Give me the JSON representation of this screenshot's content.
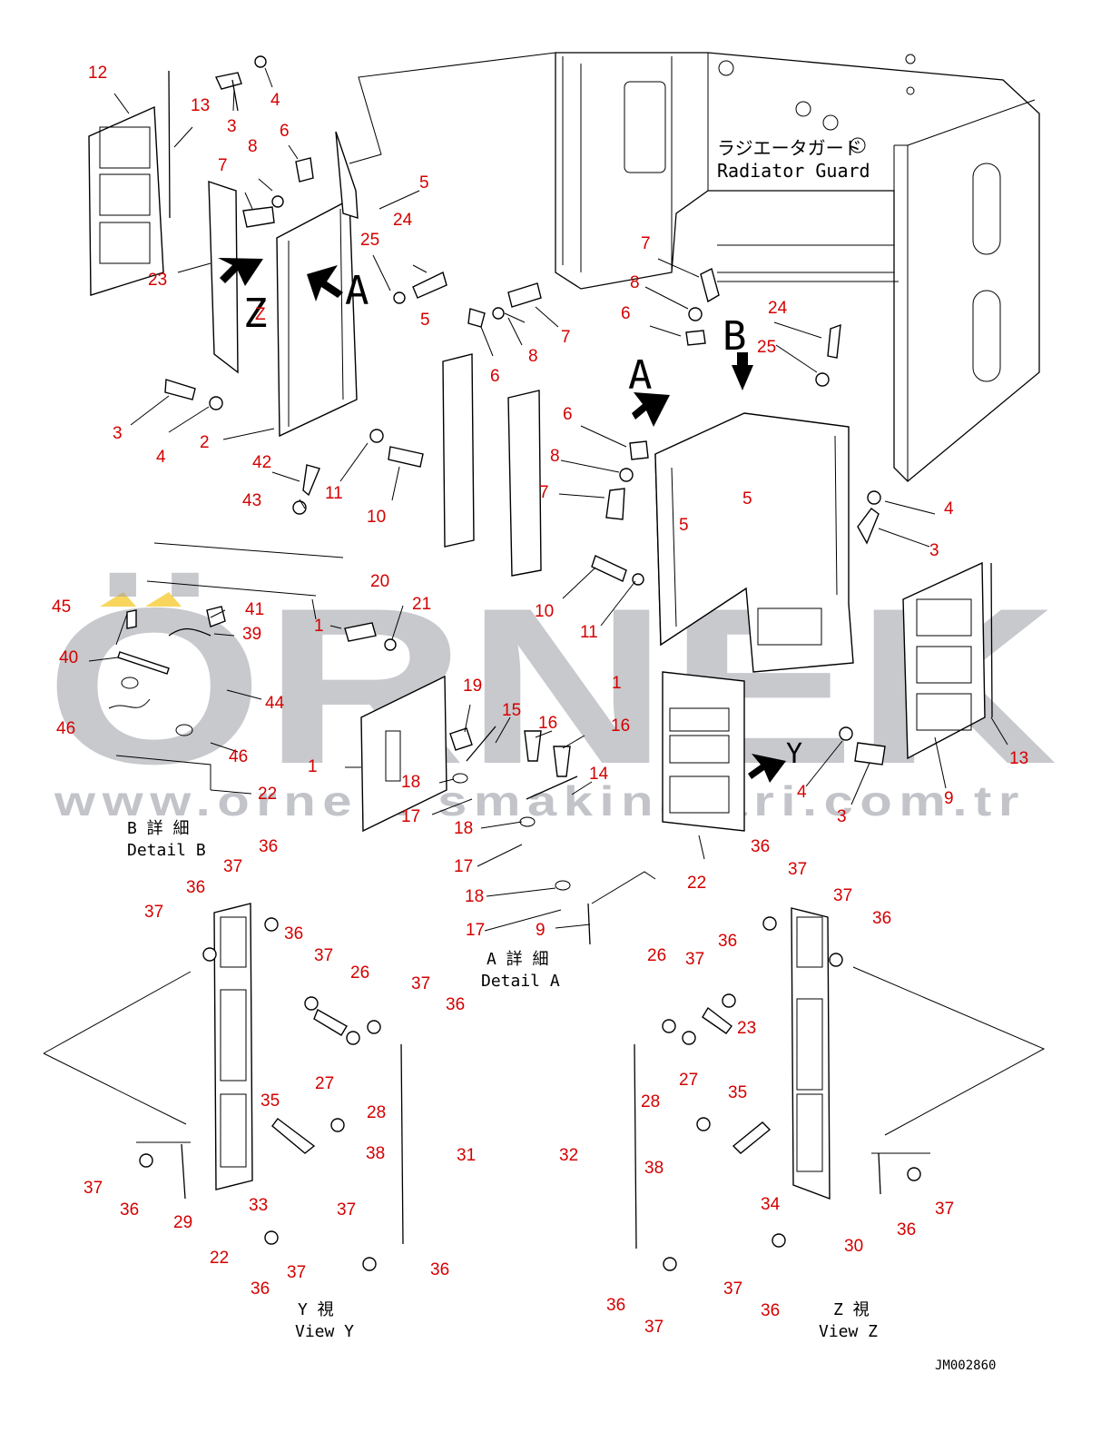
{
  "watermark": {
    "brand": "ÖRNEK",
    "url": "www.orneki smakinalari.com.tr",
    "accent_color": "#f5c518"
  },
  "drawing_code": "JM002860",
  "titles": {
    "radiator_guard_jp": "ラジエータガード",
    "radiator_guard_en": "Radiator Guard",
    "detail_b_jp": "B 詳 細",
    "detail_b_en": "Detail B",
    "detail_a_jp": "A 詳 細",
    "detail_a_en": "Detail A",
    "view_y_jp": "Y 視",
    "view_y_en": "View Y",
    "view_z_jp": "Z 視",
    "view_z_en": "View Z"
  },
  "view_letters": [
    "A",
    "Z",
    "A",
    "B",
    "Y"
  ],
  "callout_color": "#d40000",
  "callouts": [
    "12",
    "13",
    "4",
    "3",
    "8",
    "6",
    "7",
    "5",
    "24",
    "25",
    "23",
    "Z",
    "5",
    "3",
    "4",
    "2",
    "6",
    "8",
    "7",
    "42",
    "11",
    "10",
    "43",
    "7",
    "8",
    "6",
    "24",
    "25",
    "5",
    "4",
    "3",
    "6",
    "8",
    "7",
    "5",
    "10",
    "11",
    "20",
    "21",
    "45",
    "41",
    "39",
    "40",
    "1",
    "44",
    "46",
    "46",
    "1",
    "19",
    "15",
    "16",
    "16",
    "1",
    "14",
    "18",
    "17",
    "18",
    "17",
    "18",
    "17",
    "9",
    "22",
    "22",
    "4",
    "3",
    "9",
    "13",
    "36",
    "37",
    "36",
    "37",
    "36",
    "37",
    "26",
    "37",
    "36",
    "27",
    "28",
    "35",
    "38",
    "31",
    "37",
    "36",
    "29",
    "22",
    "33",
    "36",
    "37",
    "37",
    "36",
    "36",
    "37",
    "37",
    "36",
    "26",
    "37",
    "36",
    "23",
    "27",
    "28",
    "35",
    "38",
    "32",
    "34",
    "30",
    "36",
    "37",
    "37",
    "36",
    "36",
    "37"
  ]
}
